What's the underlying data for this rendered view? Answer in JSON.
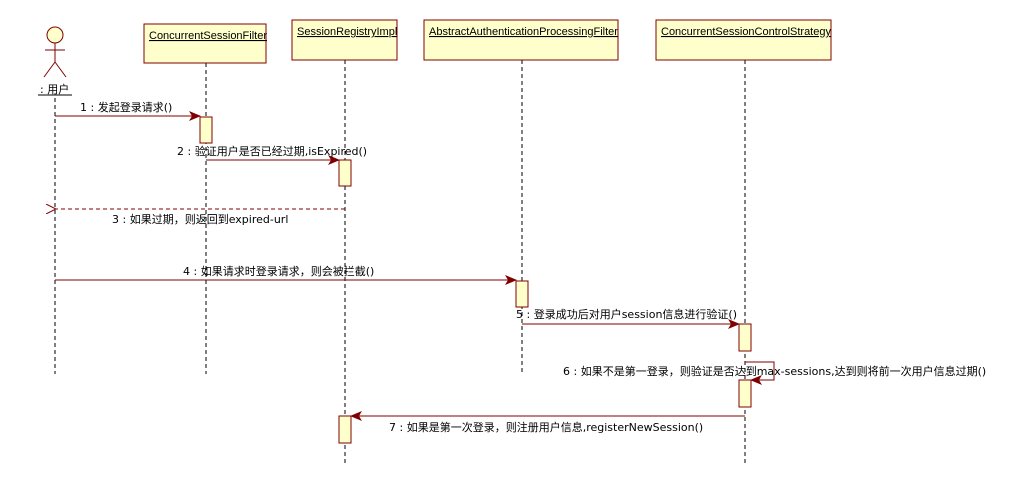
{
  "diagram": {
    "type": "uml-sequence",
    "colors": {
      "box_fill": "#ffffcc",
      "box_stroke": "#800000",
      "arrow": "#800000",
      "lifeline": "#000000",
      "actor_head": "#ffffcc"
    },
    "actor": {
      "name": ": 用户",
      "icon": "stick-figure-icon"
    },
    "lifelines": [
      {
        "id": "user",
        "label": ": 用户"
      },
      {
        "id": "csf",
        "label": "ConcurrentSessionFilter"
      },
      {
        "id": "sri",
        "label": "SessionRegistryImpl"
      },
      {
        "id": "aapf",
        "label": "AbstractAuthenticationProcessingFilter"
      },
      {
        "id": "cscs",
        "label": "ConcurrentSessionControlStrategy"
      }
    ],
    "messages": [
      {
        "num": "1",
        "text": "1 : 发起登录请求()",
        "from": "user",
        "to": "csf",
        "kind": "sync"
      },
      {
        "num": "2",
        "text": "2 : 验证用户是否已经过期,isExpired()",
        "from": "csf",
        "to": "sri",
        "kind": "sync"
      },
      {
        "num": "3",
        "text": "3 : 如果过期，则返回到expired-url",
        "from": "sri",
        "to": "user",
        "kind": "return"
      },
      {
        "num": "4",
        "text": "4 : 如果请求时登录请求，则会被拦截()",
        "from": "user",
        "to": "aapf",
        "kind": "sync"
      },
      {
        "num": "5",
        "text": "5 : 登录成功后对用户session信息进行验证()",
        "from": "aapf",
        "to": "cscs",
        "kind": "sync"
      },
      {
        "num": "6",
        "text": "6 : 如果不是第一登录，则验证是否达到max-sessions,达到则将前一次用户信息过期()",
        "from": "cscs",
        "to": "cscs",
        "kind": "self"
      },
      {
        "num": "7",
        "text": "7 : 如果是第一次登录，则注册用户信息,registerNewSession()",
        "from": "cscs",
        "to": "sri",
        "kind": "sync"
      }
    ]
  }
}
